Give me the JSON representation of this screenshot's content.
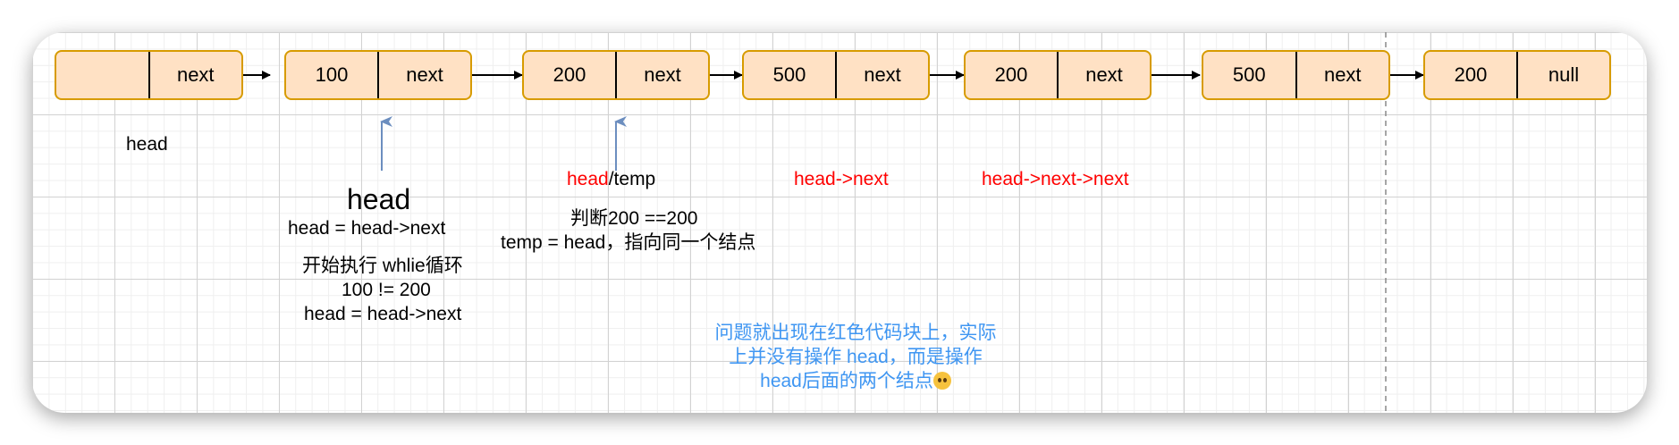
{
  "nodes": [
    {
      "value": "",
      "next": "next"
    },
    {
      "value": "100",
      "next": "next"
    },
    {
      "value": "200",
      "next": "next"
    },
    {
      "value": "500",
      "next": "next"
    },
    {
      "value": "200",
      "next": "next"
    },
    {
      "value": "500",
      "next": "next"
    },
    {
      "value": "200",
      "next": "null"
    }
  ],
  "labels": {
    "head_first": "head",
    "head_big": "head",
    "step1": "head = head->next",
    "loop_start": "开始执行 whlie循环",
    "cond": "100 != 200",
    "step2": "head = head->next",
    "head_red": "head",
    "temp_suffix": "/temp",
    "judge": "判断200 ==200",
    "temp_assign": "temp = head，指向同一个结点",
    "head_next": "head->next",
    "head_next_next": "head->next->next",
    "note_line1": "问题就出现在红色代码块上，实际",
    "note_line2": "上并没有操作 head，而是操作",
    "note_line3": "head后面的两个结点"
  },
  "colors": {
    "node_fill": "#ffe1c4",
    "node_border": "#d79b00",
    "pointer_arrow": "#6c8ebf",
    "highlight": "#ff0000",
    "note": "#3f96f2"
  }
}
